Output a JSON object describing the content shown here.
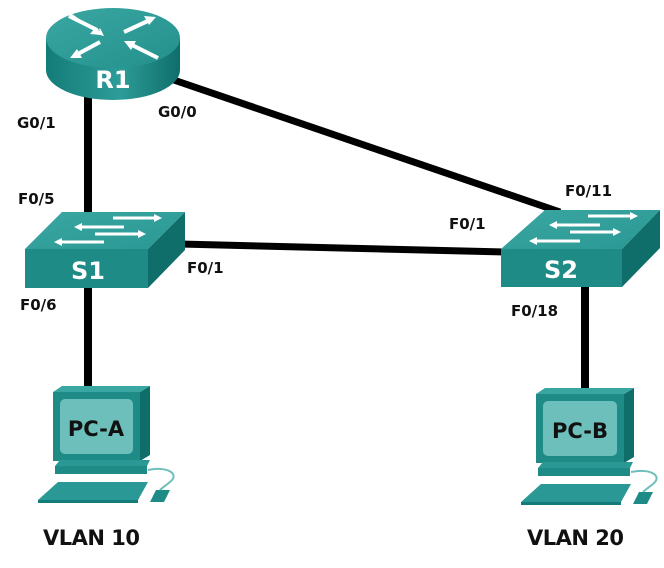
{
  "colors": {
    "teal_top": "#2f9b98",
    "teal_front": "#1d8783",
    "teal_side": "#0f6e6a",
    "teal_dark": "#0b5e5b",
    "screen": "#6cbfba",
    "link": "#000000",
    "label": "#111111"
  },
  "devices": {
    "r1": {
      "name": "R1",
      "type": "router"
    },
    "s1": {
      "name": "S1",
      "type": "switch"
    },
    "s2": {
      "name": "S2",
      "type": "switch"
    },
    "pca": {
      "name": "PC-A",
      "type": "pc"
    },
    "pcb": {
      "name": "PC-B",
      "type": "pc"
    }
  },
  "links": [
    {
      "from": "R1",
      "from_port": "G0/1",
      "to": "S1",
      "to_port": "F0/5"
    },
    {
      "from": "R1",
      "from_port": "G0/0",
      "to": "S2",
      "to_port": "F0/11"
    },
    {
      "from": "S1",
      "from_port": "F0/1",
      "to": "S2",
      "to_port": "F0/1"
    },
    {
      "from": "S1",
      "from_port": "F0/6",
      "to": "PC-A",
      "to_port": ""
    },
    {
      "from": "S2",
      "from_port": "F0/18",
      "to": "PC-B",
      "to_port": ""
    }
  ],
  "port_labels": {
    "r1_g01": "G0/1",
    "r1_g00": "G0/0",
    "s1_f05": "F0/5",
    "s1_f06": "F0/6",
    "s1_f01": "F0/1",
    "s2_f01": "F0/1",
    "s2_f011": "F0/11",
    "s2_f018": "F0/18"
  },
  "vlans": {
    "pca": "VLAN 10",
    "pcb": "VLAN 20"
  }
}
